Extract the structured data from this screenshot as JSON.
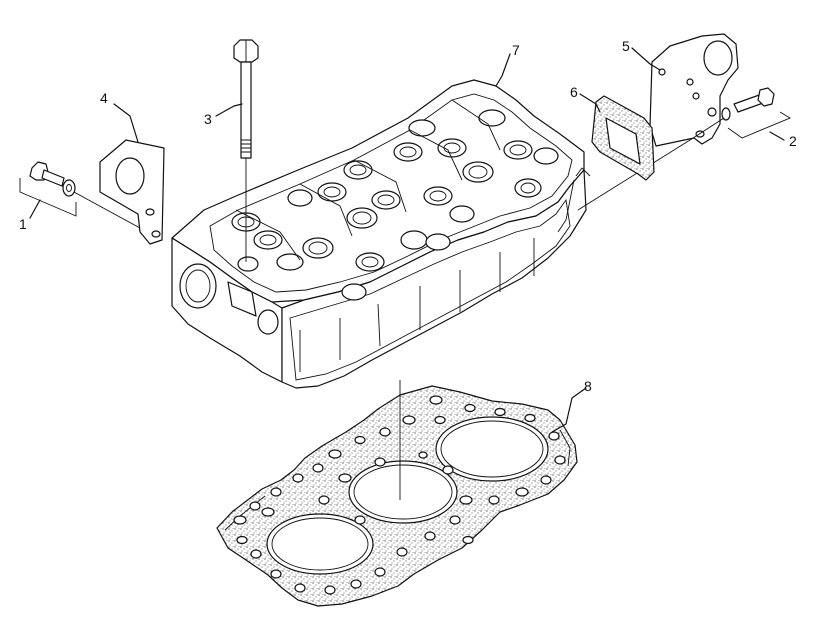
{
  "callouts": [
    "1",
    "2",
    "3",
    "4",
    "5",
    "6",
    "7",
    "8"
  ]
}
